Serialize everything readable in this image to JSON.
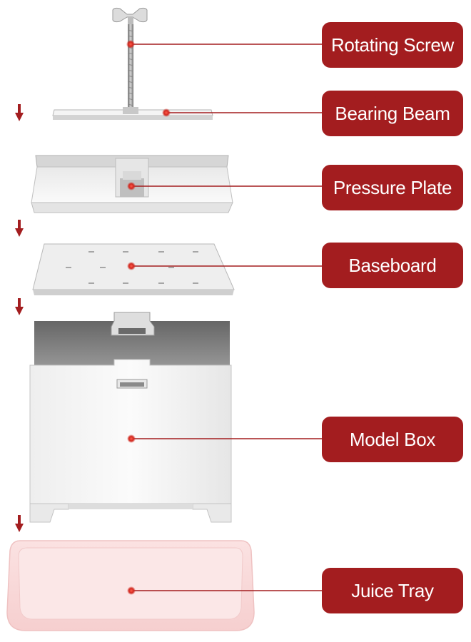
{
  "labels": {
    "rotating_screw": "Rotating Screw",
    "bearing_beam": "Bearing Beam",
    "pressure_plate": "Pressure Plate",
    "baseboard": "Baseboard",
    "model_box": "Model Box",
    "juice_tray": "Juice Tray"
  },
  "colors": {
    "label_bg": "#a31d1f",
    "label_text": "#ffffff",
    "leader_line": "#a31d1f",
    "arrow": "#a31d1f",
    "metal_light": "#f2f2f2",
    "metal_mid": "#d9d9d9",
    "metal_dark": "#7a7a7a",
    "tray_pink": "#f8d6d6"
  },
  "icons": [
    "down-arrow-icon",
    "dot-marker-icon"
  ]
}
